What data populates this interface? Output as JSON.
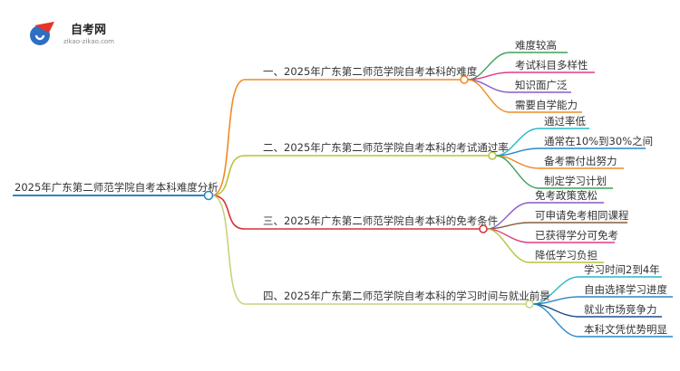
{
  "logo": {
    "title": "自考网",
    "subtitle": "zikao-zikao.com"
  },
  "root": {
    "label": "2025年广东第二师范学院自考本科难度分析"
  },
  "branches": [
    {
      "label": "一、2025年广东第二师范学院自考本科的难度",
      "color": "#f08a24",
      "children": [
        {
          "label": "难度较高",
          "color": "#3aa15a"
        },
        {
          "label": "考试科目多样性",
          "color": "#e23b8a"
        },
        {
          "label": "知识面广泛",
          "color": "#8a5cc4"
        },
        {
          "label": "需要自学能力",
          "color": "#f08a24"
        }
      ]
    },
    {
      "label": "二、2025年广东第二师范学院自考本科的考试通过率",
      "color": "#b9c23a",
      "children": [
        {
          "label": "通过率低",
          "color": "#25b9c9"
        },
        {
          "label": "通常在10%到30%之间",
          "color": "#2a86c8"
        },
        {
          "label": "备考需付出努力",
          "color": "#f08a24"
        },
        {
          "label": "制定学习计划",
          "color": "#3aa15a"
        }
      ]
    },
    {
      "label": "三、2025年广东第二师范学院自考本科的免考条件",
      "color": "#d6303a",
      "children": [
        {
          "label": "免考政策宽松",
          "color": "#8a5cc4"
        },
        {
          "label": "可申请免考相同课程",
          "color": "#8a5c3a"
        },
        {
          "label": "已获得学分可免考",
          "color": "#e23b8a"
        },
        {
          "label": "降低学习负担",
          "color": "#b9c23a"
        }
      ]
    },
    {
      "label": "四、2025年广东第二师范学院自考本科的学习时间与就业前景",
      "color": "#c9d27a",
      "children": [
        {
          "label": "学习时间2到4年",
          "color": "#25b9c9"
        },
        {
          "label": "自由选择学习进度",
          "color": "#2a86c8"
        },
        {
          "label": "就业市场竞争力",
          "color": "#1f4f8c"
        },
        {
          "label": "本科文凭优势明显",
          "color": "#2a86c8"
        }
      ]
    }
  ]
}
